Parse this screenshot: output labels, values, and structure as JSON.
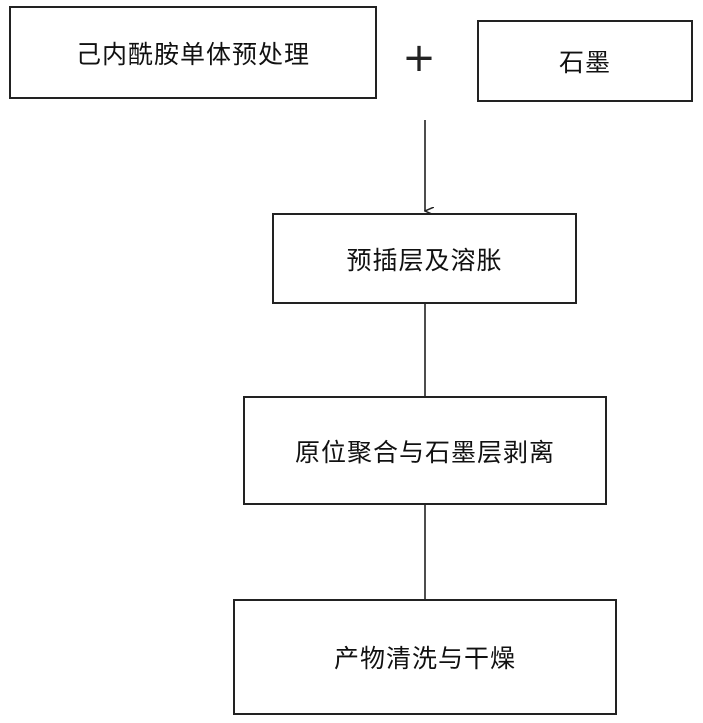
{
  "diagram": {
    "nodes": {
      "monomer": "己内酰胺单体预处理",
      "graphite": "石墨",
      "intercalation": "预插层及溶胀",
      "polymerization": "原位聚合与石墨层剥离",
      "washing": "产物清洗与干燥"
    },
    "operator": "+"
  }
}
